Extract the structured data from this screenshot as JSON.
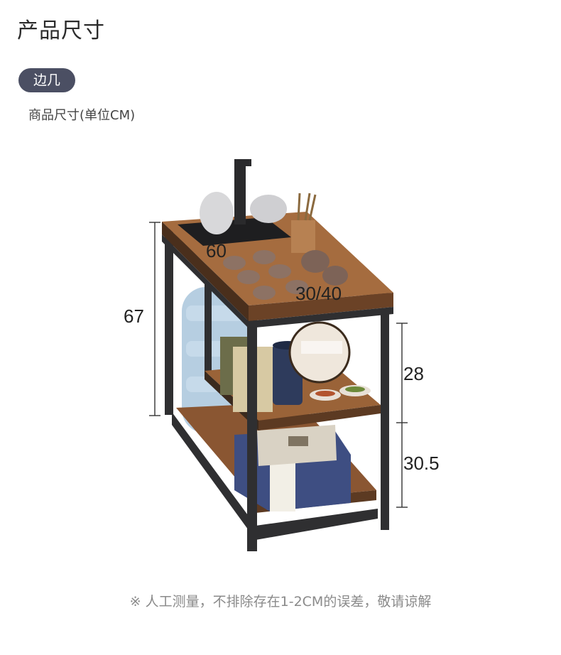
{
  "header": {
    "title": "产品尺寸"
  },
  "badge": {
    "label": "边几"
  },
  "subtitle": "商品尺寸(单位CM)",
  "dimensions": {
    "height_total": "67",
    "depth": "60",
    "width": "30/40",
    "upper_gap": "28",
    "lower_gap": "30.5"
  },
  "footnote": "※ 人工测量，不排除存在1-2CM的误差，敬请谅解",
  "colors": {
    "badge": "#4b4f63",
    "wood": "#8a5632",
    "frame": "#2f2f31"
  }
}
